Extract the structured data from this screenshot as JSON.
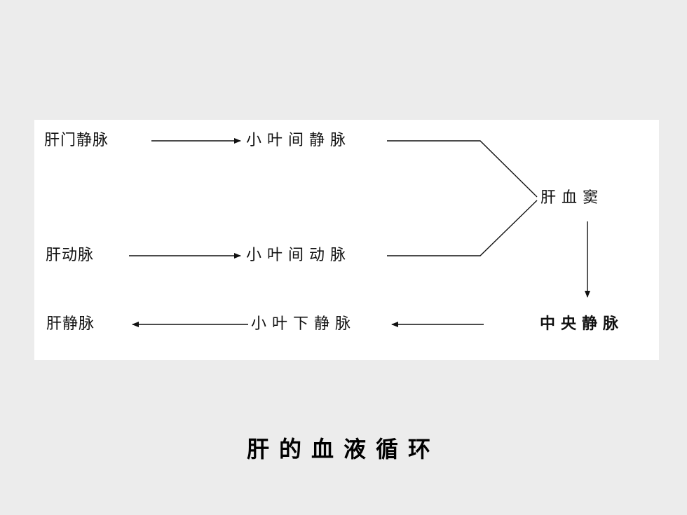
{
  "diagram": {
    "nodes": {
      "portal_vein": "肝门静脉",
      "interlobular_vein": "小叶间静脉",
      "hepatic_artery": "肝动脉",
      "interlobular_artery": "小叶间动脉",
      "hepatic_vein": "肝静脉",
      "sublobular_vein": "小叶下静脉",
      "sinusoid": "肝血窦",
      "central_vein": "中央静脉"
    },
    "line_color": "#111111"
  },
  "caption": "肝的血液循环"
}
